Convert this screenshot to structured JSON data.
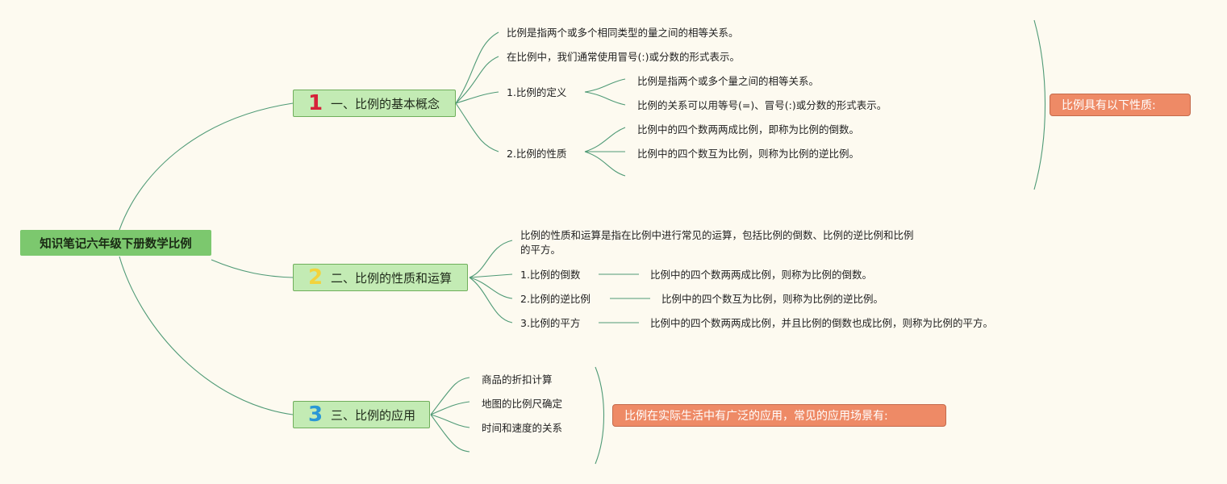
{
  "root": {
    "label": "知识笔记六年级下册数学比例"
  },
  "branches": [
    {
      "number": "1",
      "label": "一、比例的基本概念",
      "items": [
        "比例是指两个或多个相同类型的量之间的相等关系。",
        "在比例中，我们通常使用冒号(:)或分数的形式表示。"
      ],
      "sub": [
        {
          "label": "1.比例的定义",
          "items": [
            "比例是指两个或多个量之间的相等关系。",
            "比例的关系可以用等号(=)、冒号(:)或分数的形式表示。"
          ]
        },
        {
          "label": "2.比例的性质",
          "items": [
            "比例中的四个数两两成比例，即称为比例的倒数。",
            "比例中的四个数互为比例，则称为比例的逆比例。"
          ]
        }
      ],
      "summary": "比例具有以下性质:"
    },
    {
      "number": "2",
      "label": "二、比例的性质和运算",
      "intro": "比例的性质和运算是指在比例中进行常见的运算，包括比例的倒数、比例的逆比例和比例的平方。",
      "sub": [
        {
          "label": "1.比例的倒数",
          "detail": "比例中的四个数两两成比例，则称为比例的倒数。"
        },
        {
          "label": "2.比例的逆比例",
          "detail": "比例中的四个数互为比例，则称为比例的逆比例。"
        },
        {
          "label": "3.比例的平方",
          "detail": "比例中的四个数两两成比例，并且比例的倒数也成比例，则称为比例的平方。"
        }
      ]
    },
    {
      "number": "3",
      "label": "三、比例的应用",
      "items": [
        "商品的折扣计算",
        "地图的比例尺确定",
        "时间和速度的关系"
      ],
      "summary": "比例在实际生活中有广泛的应用，常见的应用场景有:"
    }
  ],
  "colors": {
    "background": "#fdfaf0",
    "root": "#7cc86e",
    "branch": "#c3ebb4",
    "link": "#4f9a76",
    "summary": "#ee8a66",
    "number1": "#d6223a",
    "number2": "#f2d33c",
    "number3": "#2a97d6"
  }
}
